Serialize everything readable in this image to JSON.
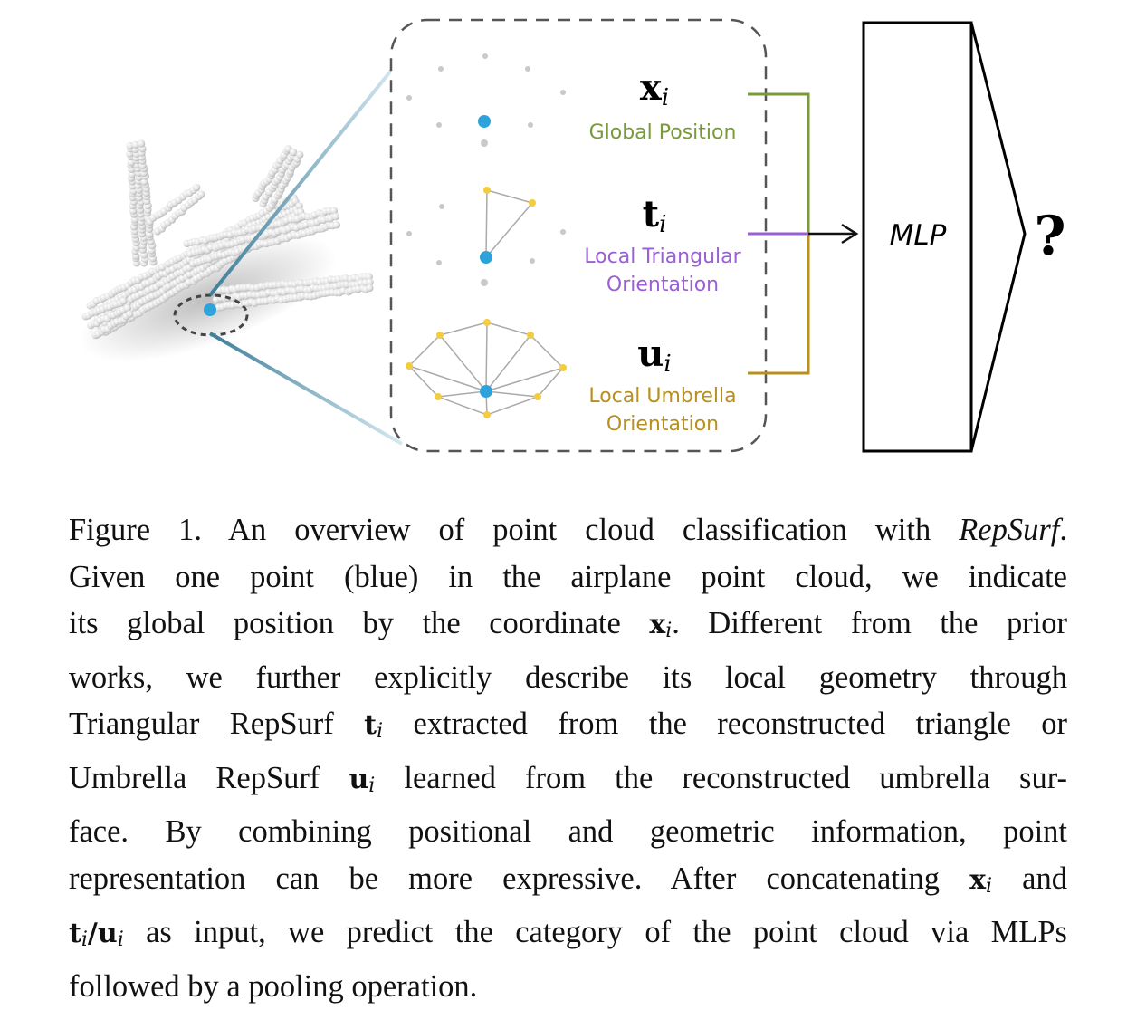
{
  "figure": {
    "features": [
      {
        "symbol": "x",
        "sub": "i",
        "label_lines": [
          "Global Position"
        ],
        "color": "#7a9a3a"
      },
      {
        "symbol": "t",
        "sub": "i",
        "label_lines": [
          "Local Triangular",
          "Orientation"
        ],
        "color": "#9b5fd6"
      },
      {
        "symbol": "u",
        "sub": "i",
        "label_lines": [
          "Local Umbrella",
          "Orientation"
        ],
        "color": "#b8901f"
      }
    ],
    "mlp_label": "MLP",
    "output_label": "?"
  },
  "caption": {
    "lines": [
      [
        {
          "t": "Figure 1.  An overview of point cloud classification with "
        },
        {
          "t": "RepSurf",
          "style": "it"
        },
        {
          "t": "."
        }
      ],
      [
        {
          "t": "Given one point (blue) in the airplane point cloud, we indicate"
        }
      ],
      [
        {
          "t": "its global position by the coordinate "
        },
        {
          "t": "x",
          "style": "mb"
        },
        {
          "t": "i",
          "style": "msub"
        },
        {
          "t": ".  Different from the prior"
        }
      ],
      [
        {
          "t": "works, we further explicitly describe its local geometry through"
        }
      ],
      [
        {
          "t": "Triangular RepSurf "
        },
        {
          "t": "t",
          "style": "mb"
        },
        {
          "t": "i",
          "style": "msub"
        },
        {
          "t": " extracted from the reconstructed triangle or"
        }
      ],
      [
        {
          "t": "Umbrella RepSurf "
        },
        {
          "t": "u",
          "style": "mb"
        },
        {
          "t": "i",
          "style": "msub"
        },
        {
          "t": " learned from the reconstructed umbrella sur-"
        }
      ],
      [
        {
          "t": "face.  By combining positional and geometric information, point"
        }
      ],
      [
        {
          "t": "representation can be more expressive. After concatenating "
        },
        {
          "t": "x",
          "style": "mb"
        },
        {
          "t": "i",
          "style": "msub"
        },
        {
          "t": " and"
        }
      ],
      [
        {
          "t": "t",
          "style": "mb"
        },
        {
          "t": "i",
          "style": "msub"
        },
        {
          "t": "/",
          "style": "mb"
        },
        {
          "t": "u",
          "style": "mb"
        },
        {
          "t": "i",
          "style": "msub"
        },
        {
          "t": " as input, we predict the category of the point cloud via MLPs"
        }
      ],
      [
        {
          "t": "followed by a pooling operation."
        }
      ]
    ]
  }
}
